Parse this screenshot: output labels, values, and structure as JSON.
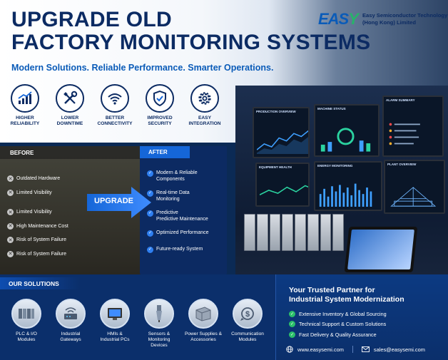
{
  "hero": {
    "title_line1": "UPGRADE OLD",
    "title_line2": "FACTORY MONITORING SYSTEMS",
    "subtitle": "Modern Solutions. Reliable Performance. Smarter Operations."
  },
  "logo": {
    "mark_main": "EAS",
    "mark_accent": "Y",
    "company_line1": "Easy Semiconductor Technology",
    "company_line2": "(Hong Kong) Limited"
  },
  "benefits": [
    {
      "icon": "chart-growth-icon",
      "line1": "HIGHER",
      "line2": "RELIABILITY"
    },
    {
      "icon": "wrench-screwdriver-icon",
      "line1": "LOWER",
      "line2": "DOWNTIME"
    },
    {
      "icon": "wifi-icon",
      "line1": "BETTER",
      "line2": "CONNECTIVITY"
    },
    {
      "icon": "shield-check-icon",
      "line1": "IMPROVED",
      "line2": "SECURITY"
    },
    {
      "icon": "gear-icon",
      "line1": "EASY",
      "line2": "INTEGRATION"
    }
  ],
  "monitors": [
    {
      "title": "PRODUCTION OVERVIEW"
    },
    {
      "title": "MACHINE STATUS"
    },
    {
      "title": "ALARM SUMMARY"
    },
    {
      "title": "EQUIPMENT HEALTH"
    },
    {
      "title": "ENERGY MONITORING"
    },
    {
      "title": "PLANT OVERVIEW"
    }
  ],
  "before": {
    "heading": "BEFORE",
    "items": [
      "Outdated Hardware",
      "Limited Visibility",
      "Limited Visibility",
      "High Maintenance Cost",
      "Risk of System Failure",
      "Risk of System Failure"
    ]
  },
  "upgrade_label": "UPGRADE",
  "after": {
    "heading": "AFTER",
    "items": [
      {
        "line1": "Modern & Reliable",
        "line2": "Components"
      },
      {
        "line1": "Real-time Data",
        "line2": "Monitoring"
      },
      {
        "line1": "Predictive",
        "line2": "Predictive Maintenance"
      },
      {
        "line1": "Optimized Performance",
        "line2": ""
      },
      {
        "line1": "Future-ready System",
        "line2": ""
      }
    ]
  },
  "solutions": {
    "heading": "OUR SOLUTIONS",
    "items": [
      {
        "icon": "plc-module-icon",
        "line1": "PLC & I/O",
        "line2": "Modules"
      },
      {
        "icon": "gateway-icon",
        "line1": "Industrial",
        "line2": "Gateways"
      },
      {
        "icon": "hmi-panel-icon",
        "line1": "HMIs &",
        "line2": "Industrial PCs"
      },
      {
        "icon": "sensor-icon",
        "line1": "Sensors &",
        "line2": "Monitoring Devices"
      },
      {
        "icon": "power-supply-icon",
        "line1": "Power Supplies &",
        "line2": "Accessories"
      },
      {
        "icon": "communication-icon",
        "line1": "Communication",
        "line2": "Modules"
      }
    ]
  },
  "partner": {
    "title_line1": "Your Trusted Partner for",
    "title_line2": "Industrial System Modernization",
    "items": [
      "Extensive Inventory & Global Sourcing",
      "Technical Support & Custom Solutions",
      "Fast Delivery & Quality Assurance"
    ],
    "website": "www.easysemi.com",
    "email": "sales@easysemi.com"
  },
  "colors": {
    "navy": "#0c2b63",
    "accent_blue": "#1566d8",
    "green": "#27b36a"
  }
}
